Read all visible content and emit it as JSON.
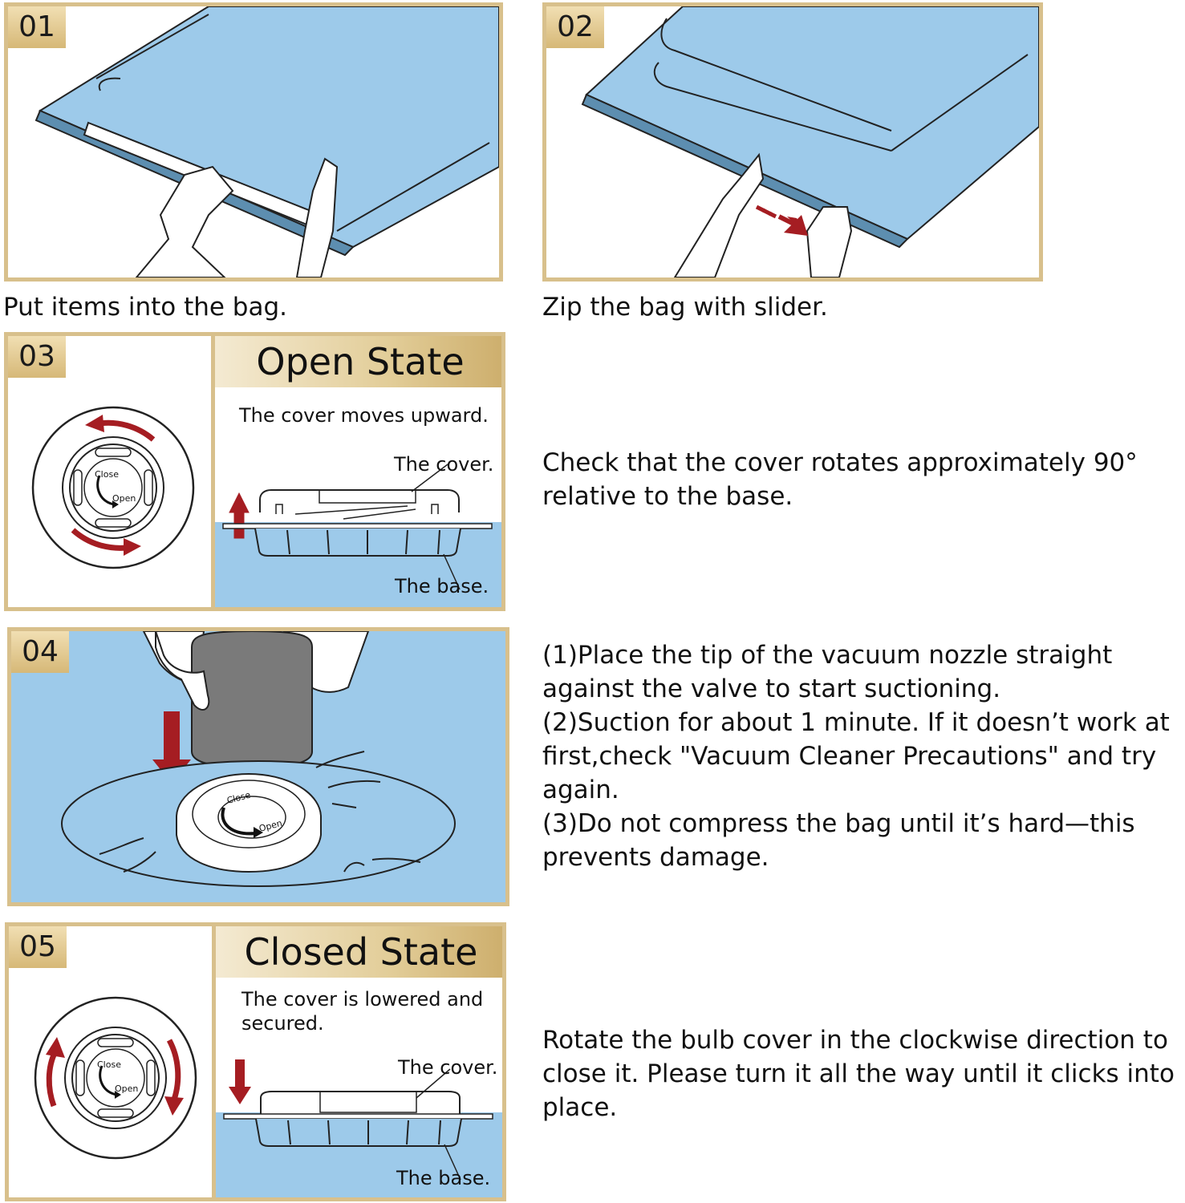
{
  "steps": [
    {
      "num": "01",
      "caption": "Put items into the bag."
    },
    {
      "num": "02",
      "caption": "Zip the bag with slider."
    },
    {
      "num": "03",
      "title": "Open State",
      "subtitle": "The cover moves upward.",
      "cover_label": "The cover.",
      "base_label": "The base.",
      "description": "Check that the cover rotates approximately 90° relative to the base."
    },
    {
      "num": "04",
      "description_lines": [
        "(1)Place the tip of the vacuum nozzle straight against the valve to start suctioning.",
        "(2)Suction for about 1 minute. If it doesn’t work at first,check \"Vacuum Cleaner Precautions\" and try again.",
        "(3)Do not compress the bag until it’s hard—this prevents damage."
      ]
    },
    {
      "num": "05",
      "title": "Closed State",
      "subtitle": "The cover is lowered and secured.",
      "cover_label": "The cover.",
      "base_label": "The base.",
      "description": "Rotate the bulb cover in the clockwise direction to close it. Please turn it all the way until it clicks into place."
    }
  ],
  "valve_labels": {
    "close": "Close",
    "open": "Open"
  },
  "colors": {
    "bag_blue": "#9dcaea",
    "gold": "#d8c08c",
    "arrow_red": "#a51d22",
    "nozzle_gray": "#7a7a7a"
  },
  "icons": [
    "hand-icon",
    "valve-dial-icon",
    "rotate-arrow-icon",
    "up-arrow-icon",
    "down-arrow-icon",
    "vacuum-nozzle-icon",
    "slider-arrow-icon"
  ]
}
